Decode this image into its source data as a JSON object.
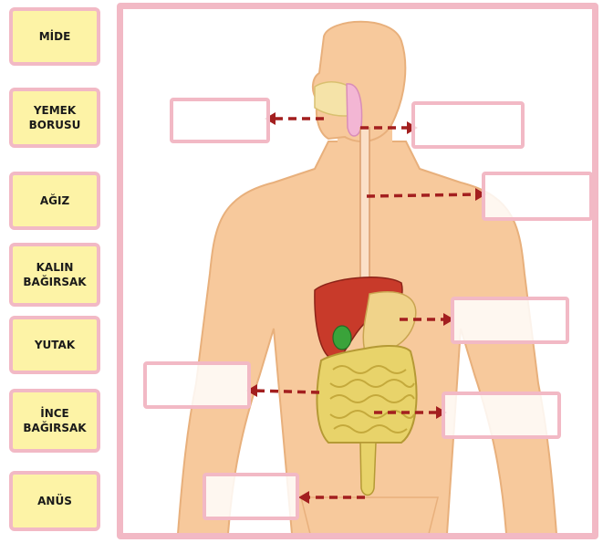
{
  "labels": [
    {
      "text": "MİDE"
    },
    {
      "text": "YEMEK\nBORUSU"
    },
    {
      "text": "AĞIZ"
    },
    {
      "text": "KALIN\nBAĞIRSAK"
    },
    {
      "text": "YUTAK"
    },
    {
      "text": "İNCE\nBAĞIRSAK"
    },
    {
      "text": "ANÜS"
    }
  ],
  "drop_zones": [
    {
      "value": ""
    },
    {
      "value": ""
    },
    {
      "value": ""
    },
    {
      "value": ""
    },
    {
      "value": ""
    },
    {
      "value": ""
    },
    {
      "value": ""
    },
    {
      "value": ""
    }
  ],
  "colors": {
    "label_fill": "#fdf3a6",
    "frame_border": "#f2b9c5",
    "arrow": "#a31f1f",
    "skin": "#f7c99c",
    "liver": "#c83a2a",
    "intestine": "#e8d36a"
  }
}
